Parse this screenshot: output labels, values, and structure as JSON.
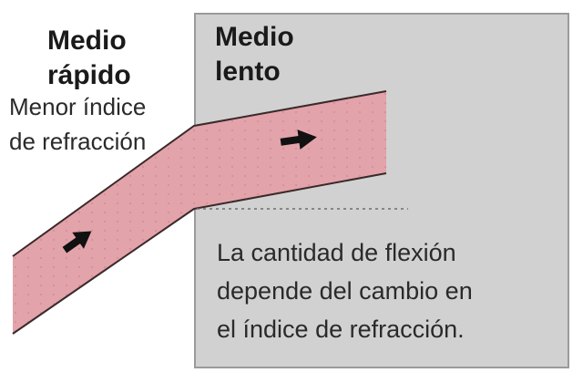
{
  "fast_medium": {
    "title_line1": "Medio",
    "title_line2": "rápido",
    "note_line1": "Menor índice",
    "note_line2": "de refracción"
  },
  "slow_medium": {
    "title_line1": "Medio",
    "title_line2": "lento",
    "caption_lines": [
      "La cantidad de flexión",
      "depende del cambio en",
      "el índice de refracción."
    ]
  },
  "colors": {
    "slow_background": "#d1d1d1",
    "beam_fill": "#e3a3ab",
    "beam_edge": "#3a2a2a",
    "arrow": "#111111"
  },
  "icons": [
    "arrow-right-up-icon",
    "arrow-right-icon"
  ]
}
